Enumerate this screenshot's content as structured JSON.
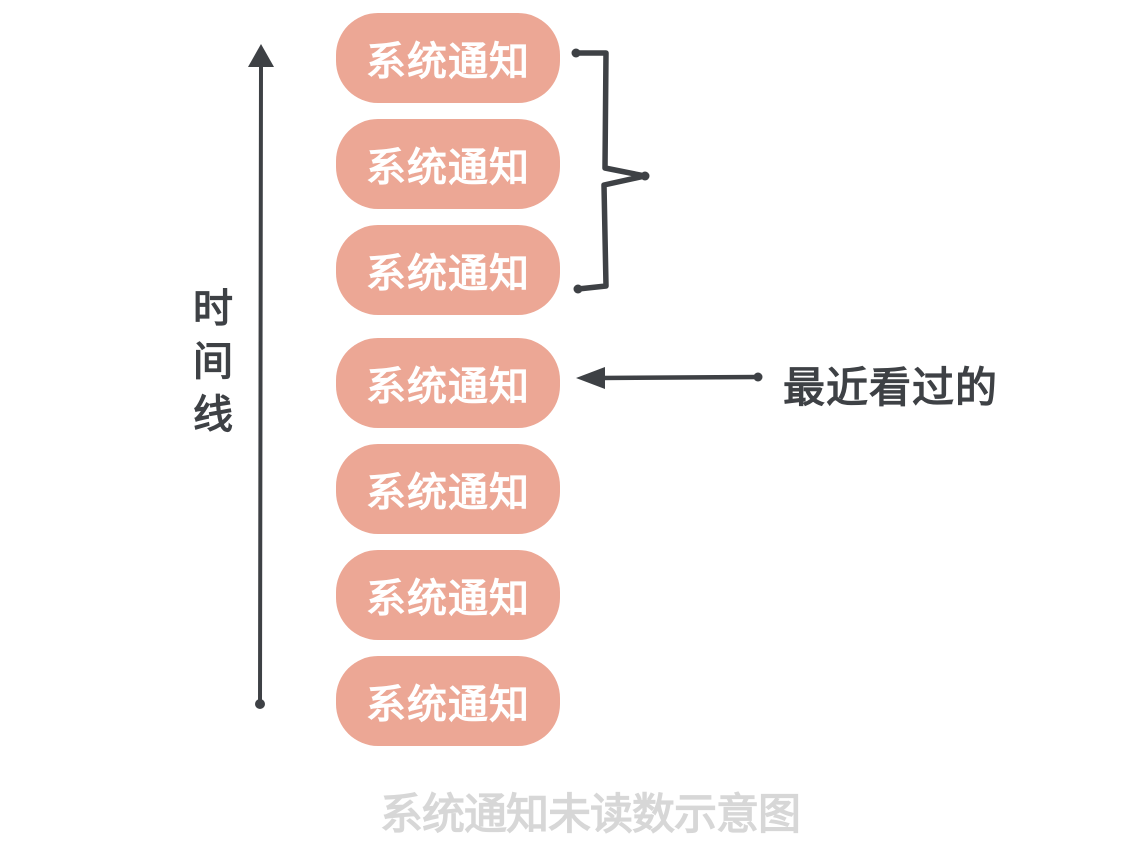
{
  "colors": {
    "background": "#FFFFFF",
    "box_fill": "#ECA795",
    "box_text": "#FFFFFF",
    "ink": "#3E4145",
    "caption_gray": "#D7D7D7"
  },
  "timeline": {
    "label": "时间线",
    "icon": "up-arrow-icon"
  },
  "notifications": {
    "items": [
      {
        "label": "系统通知"
      },
      {
        "label": "系统通知"
      },
      {
        "label": "系统通知"
      },
      {
        "label": "系统通知"
      },
      {
        "label": "系统通知"
      },
      {
        "label": "系统通知"
      },
      {
        "label": "系统通知"
      }
    ]
  },
  "annotations": {
    "group_brace": {
      "icon": "curly-brace-icon",
      "grouped_boxes": 3
    },
    "recently_viewed": {
      "label": "最近看过的",
      "icon": "left-arrow-icon"
    }
  },
  "caption": {
    "text": "系统通知未读数示意图"
  }
}
